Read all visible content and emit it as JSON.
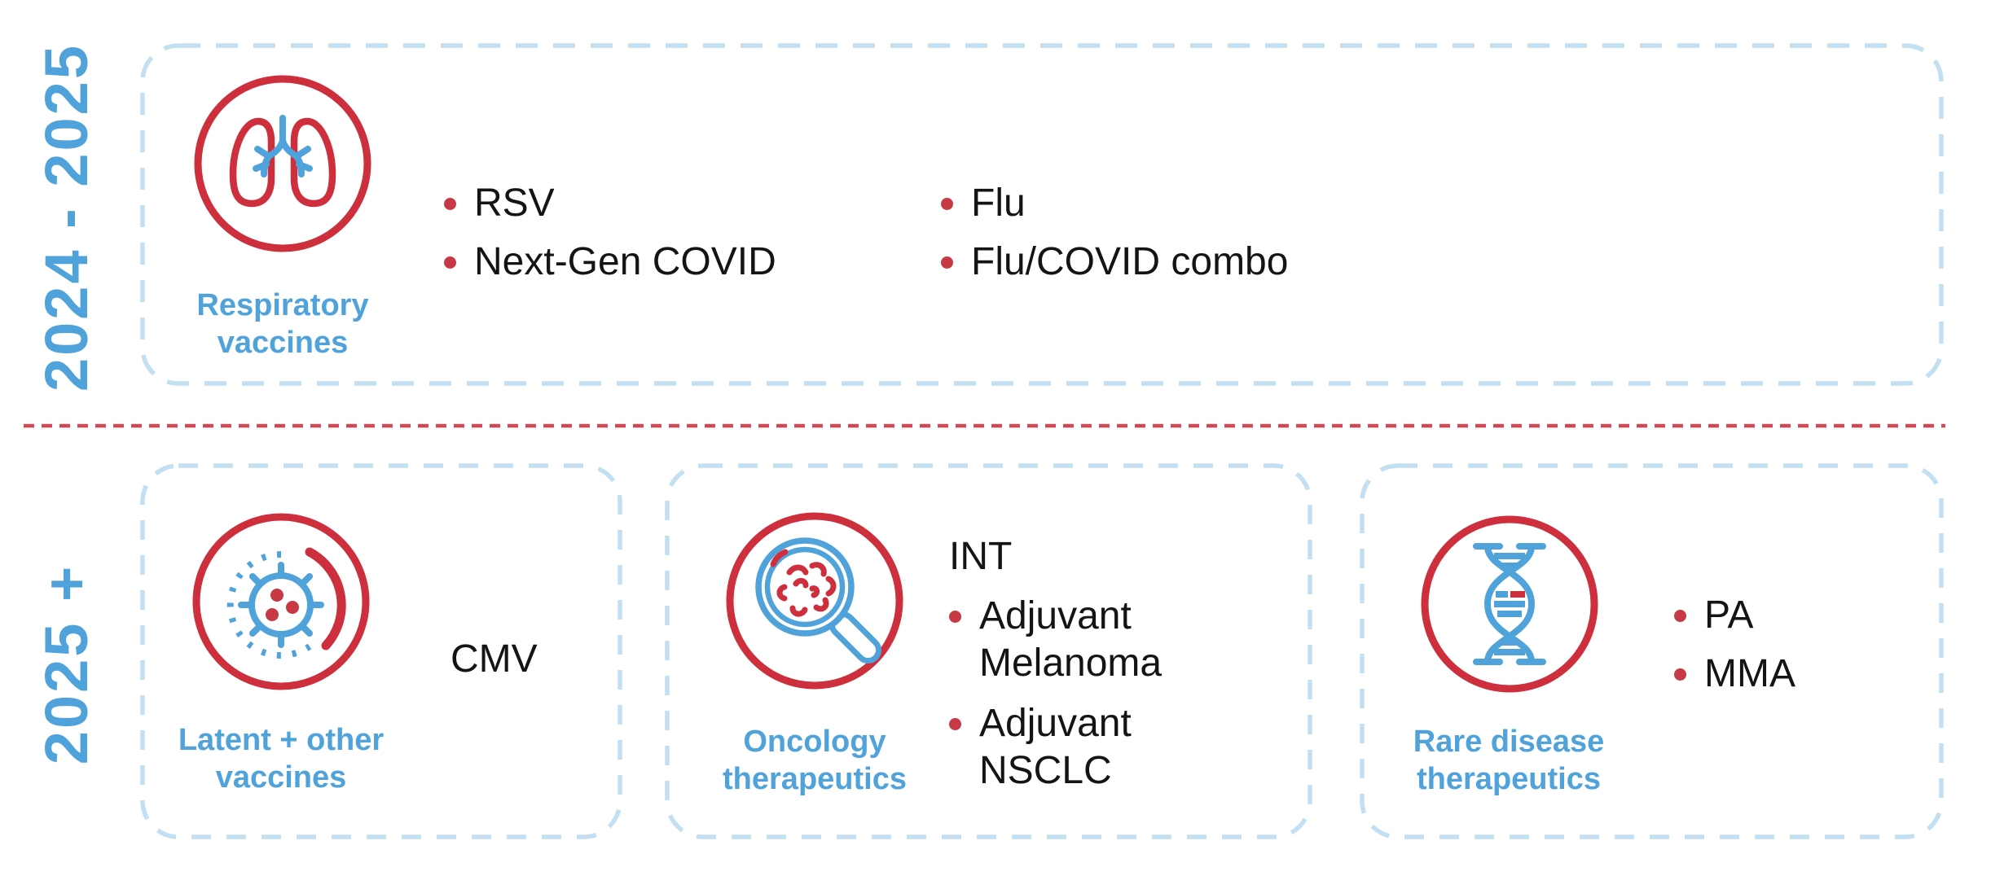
{
  "palette": {
    "blue": "#4FA3DA",
    "light_blue": "#C3DFF2",
    "red": "#CE2F3C",
    "bullet_red": "#C83946",
    "divider_red": "#D64754",
    "text": "#141414"
  },
  "rows": [
    {
      "year_label": "2024 - 2025",
      "respiratory": {
        "icon": "lungs-icon",
        "label_lines": [
          "Respiratory",
          "vaccines"
        ],
        "columns": [
          {
            "items": [
              "RSV",
              "Next-Gen COVID"
            ]
          },
          {
            "items": [
              "Flu",
              "Flu/COVID combo"
            ]
          }
        ]
      }
    },
    {
      "year_label": "2025 +",
      "latent": {
        "icon": "virus-icon",
        "label_lines": [
          "Latent + other",
          "vaccines"
        ],
        "item": "CMV"
      },
      "oncology": {
        "icon": "magnifier-cell-icon",
        "label_lines": [
          "Oncology",
          "therapeutics"
        ],
        "heading": "INT",
        "items": [
          "Adjuvant Melanoma",
          "Adjuvant NSCLC"
        ]
      },
      "rare": {
        "icon": "dna-icon",
        "label_lines": [
          "Rare disease",
          "therapeutics"
        ],
        "items": [
          "PA",
          "MMA"
        ]
      }
    }
  ]
}
